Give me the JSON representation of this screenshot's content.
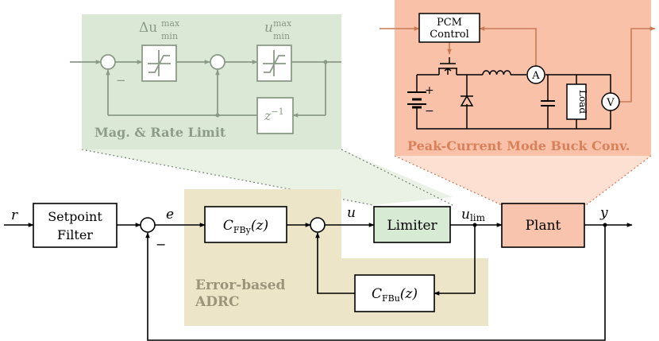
{
  "colors": {
    "limit_panel": "#dbe8d6",
    "limit_stroke": "#8a9a86",
    "limit_label": "#8c9c86",
    "buck_panel": "#f9c2a8",
    "buck_stroke": "#c97a55",
    "buck_label": "#d8805a",
    "adrc_panel": "#ece5c8",
    "adrc_label": "#9c937a",
    "limiter_block": "#d7ead4",
    "plant_block": "#f9c4ad",
    "wire": "#000000"
  },
  "main": {
    "signal_r": "r",
    "signal_e": "e",
    "signal_u": "u",
    "signal_ulim": "u",
    "signal_ulim_sub": "lim",
    "signal_y": "y",
    "minus_main": "−",
    "setpoint_line1": "Setpoint",
    "setpoint_line2": "Filter",
    "cfby_label": "C",
    "cfby_sub": "FBy",
    "cfby_arg": "(z)",
    "cfbu_label": "C",
    "cfbu_sub": "FBu",
    "cfbu_arg": "(z)",
    "limiter_label": "Limiter",
    "plant_label": "Plant",
    "adrc_line1": "Error-based",
    "adrc_line2": "ADRC"
  },
  "limit_panel": {
    "title": "Mag. & Rate Limit",
    "delta_u": "Δu",
    "u": "u",
    "sup_max": "max",
    "sub_min": "min",
    "delay_base": "z",
    "delay_exp": "−1",
    "minus": "−"
  },
  "buck_panel": {
    "title": "Peak-Current Mode Buck Conv.",
    "pcm_line1": "PCM",
    "pcm_line2": "Control",
    "ammeter": "A",
    "voltmeter": "V",
    "load": "Load",
    "plus": "+",
    "minus": "−"
  }
}
